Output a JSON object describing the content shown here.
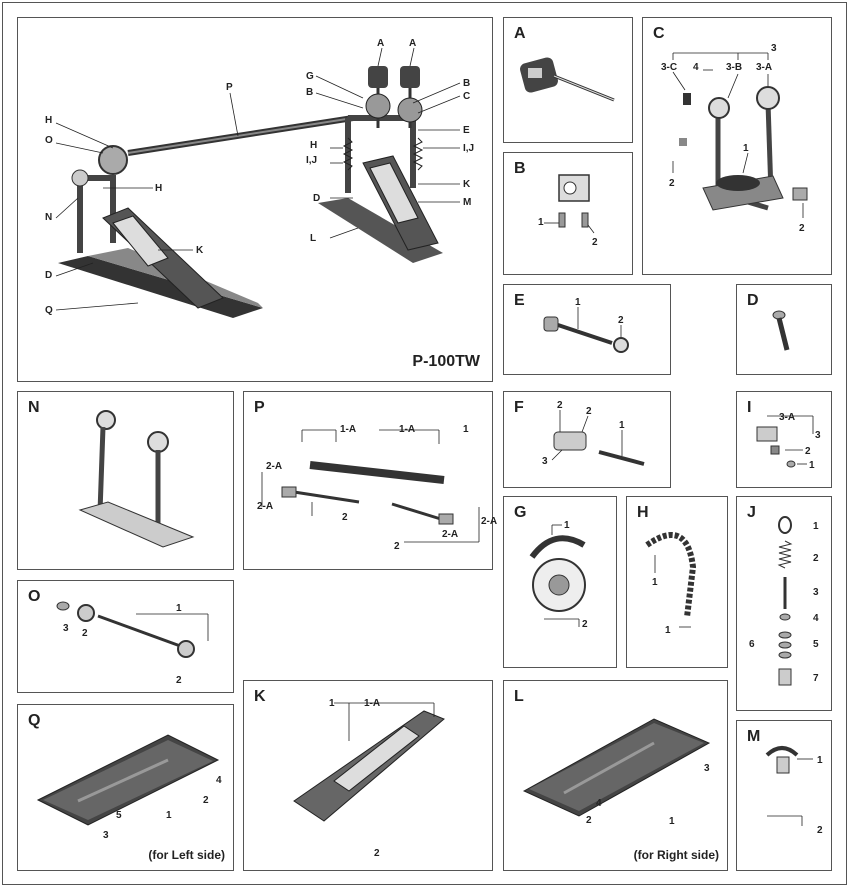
{
  "model": "P-100TW",
  "main_labels": {
    "A": "A",
    "B": "B",
    "C": "C",
    "D": "D",
    "E": "E",
    "G": "G",
    "H": "H",
    "IJ": "I,J",
    "K": "K",
    "L": "L",
    "M": "M",
    "N": "N",
    "O": "O",
    "P": "P",
    "Q": "Q"
  },
  "panels": {
    "A": {
      "title": "A"
    },
    "B": {
      "title": "B",
      "callouts": [
        "1",
        "2"
      ]
    },
    "C": {
      "title": "C",
      "callouts": [
        "3",
        "3-C",
        "4",
        "3-B",
        "3-A",
        "1",
        "2",
        "2"
      ]
    },
    "D": {
      "title": "D"
    },
    "E": {
      "title": "E",
      "callouts": [
        "1",
        "2"
      ]
    },
    "F": {
      "title": "F",
      "callouts": [
        "2",
        "2",
        "1",
        "3"
      ]
    },
    "G": {
      "title": "G",
      "callouts": [
        "1",
        "2"
      ]
    },
    "H": {
      "title": "H",
      "callouts": [
        "1",
        "1"
      ]
    },
    "I": {
      "title": "I",
      "callouts": [
        "3-A",
        "3",
        "2",
        "1"
      ]
    },
    "J": {
      "title": "J",
      "callouts": [
        "1",
        "2",
        "3",
        "4",
        "5",
        "6",
        "7"
      ]
    },
    "K": {
      "title": "K",
      "callouts": [
        "1",
        "1-A",
        "2"
      ]
    },
    "L": {
      "title": "L",
      "callouts": [
        "3",
        "4",
        "2",
        "1"
      ],
      "caption": "(for Right side)"
    },
    "M": {
      "title": "M",
      "callouts": [
        "1",
        "2"
      ]
    },
    "N": {
      "title": "N"
    },
    "O": {
      "title": "O",
      "callouts": [
        "1",
        "3",
        "2",
        "2"
      ]
    },
    "P": {
      "title": "P",
      "callouts": [
        "1-A",
        "1-A",
        "1",
        "2-A",
        "2-A",
        "2",
        "2",
        "2-A",
        "2-A"
      ]
    },
    "Q": {
      "title": "Q",
      "callouts": [
        "4",
        "2",
        "1",
        "5",
        "3"
      ],
      "caption": "(for Left side)"
    }
  },
  "colors": {
    "ink": "#222222",
    "metal": "#d8d8d8",
    "dark": "#333333",
    "frame": "#555555"
  }
}
